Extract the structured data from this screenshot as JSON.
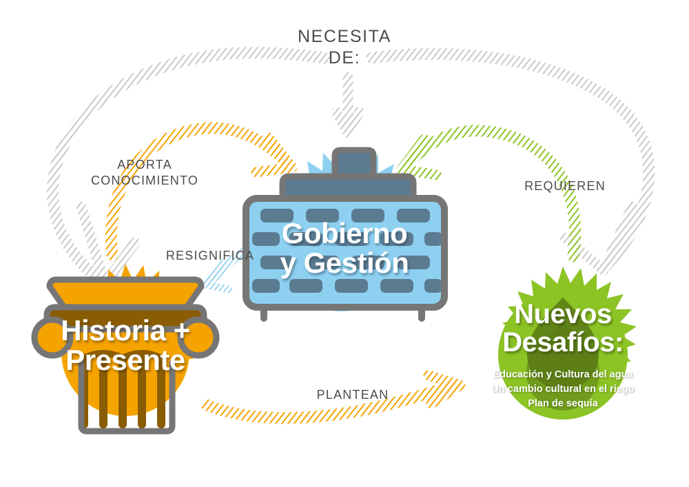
{
  "diagram": {
    "title": "NECESITA DE:",
    "background": "#ffffff",
    "palette": {
      "orange": "#F5A300",
      "orange_dark": "#8A5C04",
      "blue": "#8ED0F0",
      "blue_dark": "#5B7B91",
      "green": "#8CC325",
      "green_dark": "#5A7A15",
      "gray": "#C9C9C9",
      "gray_outline": "#767676",
      "text_gray": "#4C4C4C",
      "text_white": "#FFFFFF"
    }
  },
  "nodes": {
    "center": {
      "id": "gobierno-y-gestion",
      "title": "Gobierno\ny Gestión",
      "icon": "dam-brick-wall-icon",
      "color": "#8ED0F0",
      "outline": "#767676"
    },
    "left": {
      "id": "historia-presente",
      "title": "Historia +\nPresente",
      "icon": "ionic-column-capital-icon",
      "color": "#F5A300",
      "outline": "#767676"
    },
    "right": {
      "id": "nuevos-desafios",
      "title": "Nuevos\nDesafíos:",
      "subtitle": "Educación y Cultura del agua\nUn cambio cultural en el riego\nPlan de sequía",
      "icon": "water-drop-leaf-icon",
      "color": "#8CC325",
      "outline": "#5A7A15"
    }
  },
  "connectors": [
    {
      "id": "necesita-de",
      "label": "NECESITA\nDE:",
      "color": "#C9C9C9",
      "from": "left",
      "to": "center"
    },
    {
      "id": "aporta-conocimiento",
      "label": "APORTA\nCONOCIMIENTO",
      "color": "#F5A300",
      "from": "historia-presente",
      "to": "gobierno-y-gestion"
    },
    {
      "id": "requieren",
      "label": "REQUIEREN",
      "color": "#8CC325",
      "from": "nuevos-desafios",
      "to": "gobierno-y-gestion"
    },
    {
      "id": "resignifica",
      "label": "RESIGNIFICA",
      "color": "#8ED0F0",
      "from": "gobierno-y-gestion",
      "to": "historia-presente"
    },
    {
      "id": "plantean",
      "label": "PLANTEAN",
      "color": "#F5A300",
      "from": "historia-presente",
      "to": "nuevos-desafios"
    }
  ]
}
